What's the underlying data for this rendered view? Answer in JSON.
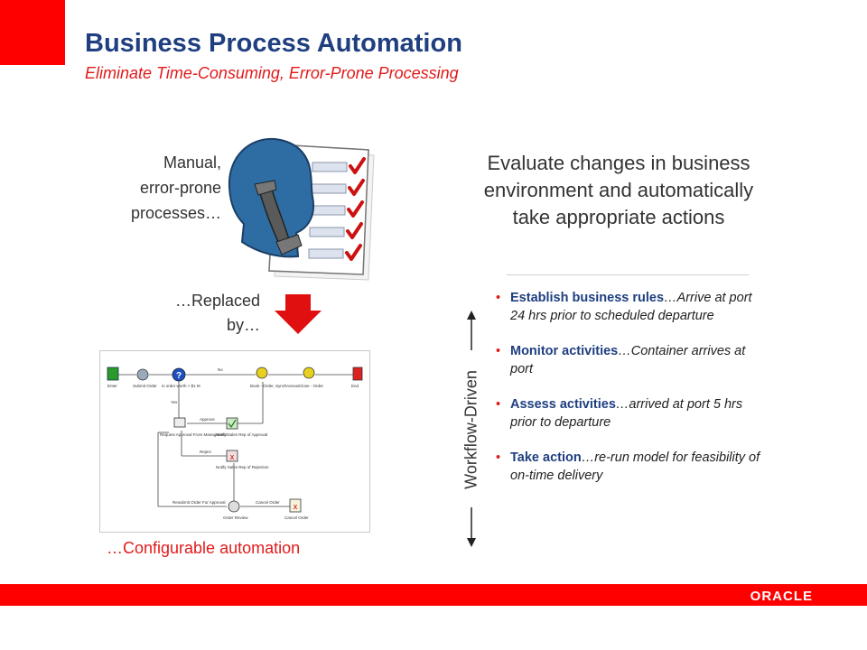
{
  "header": {
    "title": "Business  Process Automation",
    "subtitle": "Eliminate Time-Consuming, Error-Prone Processing"
  },
  "left": {
    "manual_lines": [
      "Manual,",
      "error-prone",
      "processes…"
    ],
    "replaced_lines": [
      "…Replaced",
      "by…"
    ],
    "configurable_label": "…Configurable  automation"
  },
  "right": {
    "heading": "Evaluate changes in business environment and automatically take appropriate actions",
    "bullets": [
      {
        "bold": "Establish business rules",
        "italic": "…Arrive at port 24 hrs prior to scheduled departure"
      },
      {
        "bold": "Monitor activities",
        "italic": "…Container arrives at port"
      },
      {
        "bold": "Assess activities",
        "italic": "…arrived at port 5 hrs prior to departure"
      },
      {
        "bold": "Take action",
        "italic": "…re-run model for feasibility of on-time delivery"
      }
    ],
    "workflow_label": "Workflow-Driven"
  },
  "diagram": {
    "labels": {
      "enter": "Enter",
      "submit": "Submit Order",
      "decision": "Is order worth > $1 M",
      "no": "No",
      "yes": "Yes",
      "book": "Book - Order, Synchronous",
      "close": "Close - Order",
      "end": "End",
      "request": "Request Approval From Management",
      "approve": "Approve",
      "notify_approval": "Notify Sales Rep of Approval",
      "reject": "Reject",
      "notify_rejection": "Notify Sales Rep of Rejection",
      "resubmit": "Resubmit Order For Approval",
      "order_review": "Order Review",
      "cancel_order": "Cancel Order",
      "cancel_order2": "Cancel Order"
    }
  },
  "footer": {
    "logo": "ORACLE"
  },
  "colors": {
    "brand_red": "#ff0000",
    "title_blue": "#1f3f80",
    "accent_red": "#e21a1a"
  }
}
